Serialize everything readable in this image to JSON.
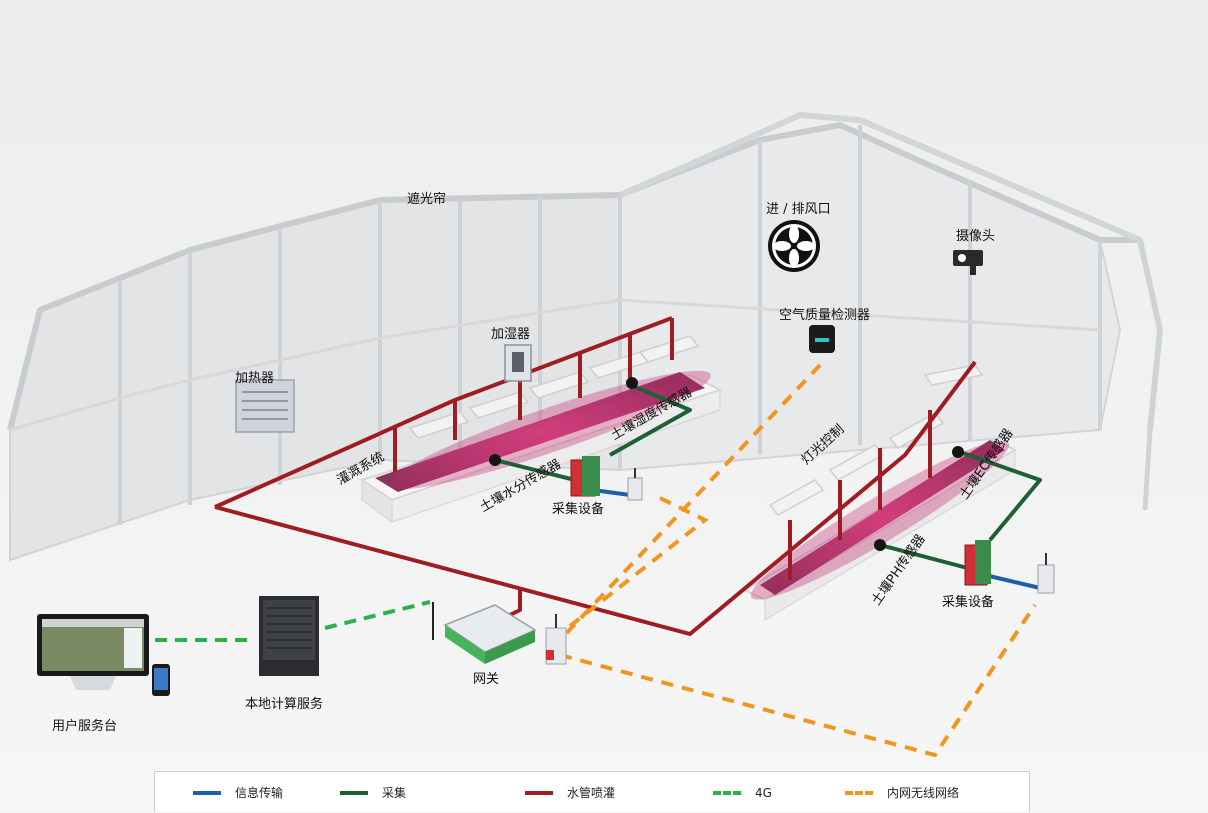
{
  "labels": {
    "shade_curtain": "遮光帘",
    "fan": "进 / 排风口",
    "camera": "摄像头",
    "air_quality": "空气质量检测器",
    "humidifier": "加湿器",
    "heater": "加热器",
    "irrigation": "灌溉系统",
    "soil_humidity": "土壤湿度传感器",
    "soil_moisture": "土壤水分传感器",
    "collector_1": "采集设备",
    "light_control": "灯光控制",
    "soil_ec": "土壤EC传感器",
    "soil_ph": "土壤PH传感器",
    "collector_2": "采集设备",
    "gateway": "网关",
    "local_compute": "本地计算服务",
    "user_desk": "用户服务台"
  },
  "legend": [
    {
      "label": "信息传输",
      "color": "#1d5fa8",
      "style": "solid"
    },
    {
      "label": "采集",
      "color": "#1f5f34",
      "style": "solid"
    },
    {
      "label": "水管喷灌",
      "color": "#9e1c22",
      "style": "solid"
    },
    {
      "label": "4G",
      "color": "#29b24a",
      "style": "dashed"
    },
    {
      "label": "内网无线网络",
      "color": "#f0961e",
      "style": "dashed"
    }
  ]
}
